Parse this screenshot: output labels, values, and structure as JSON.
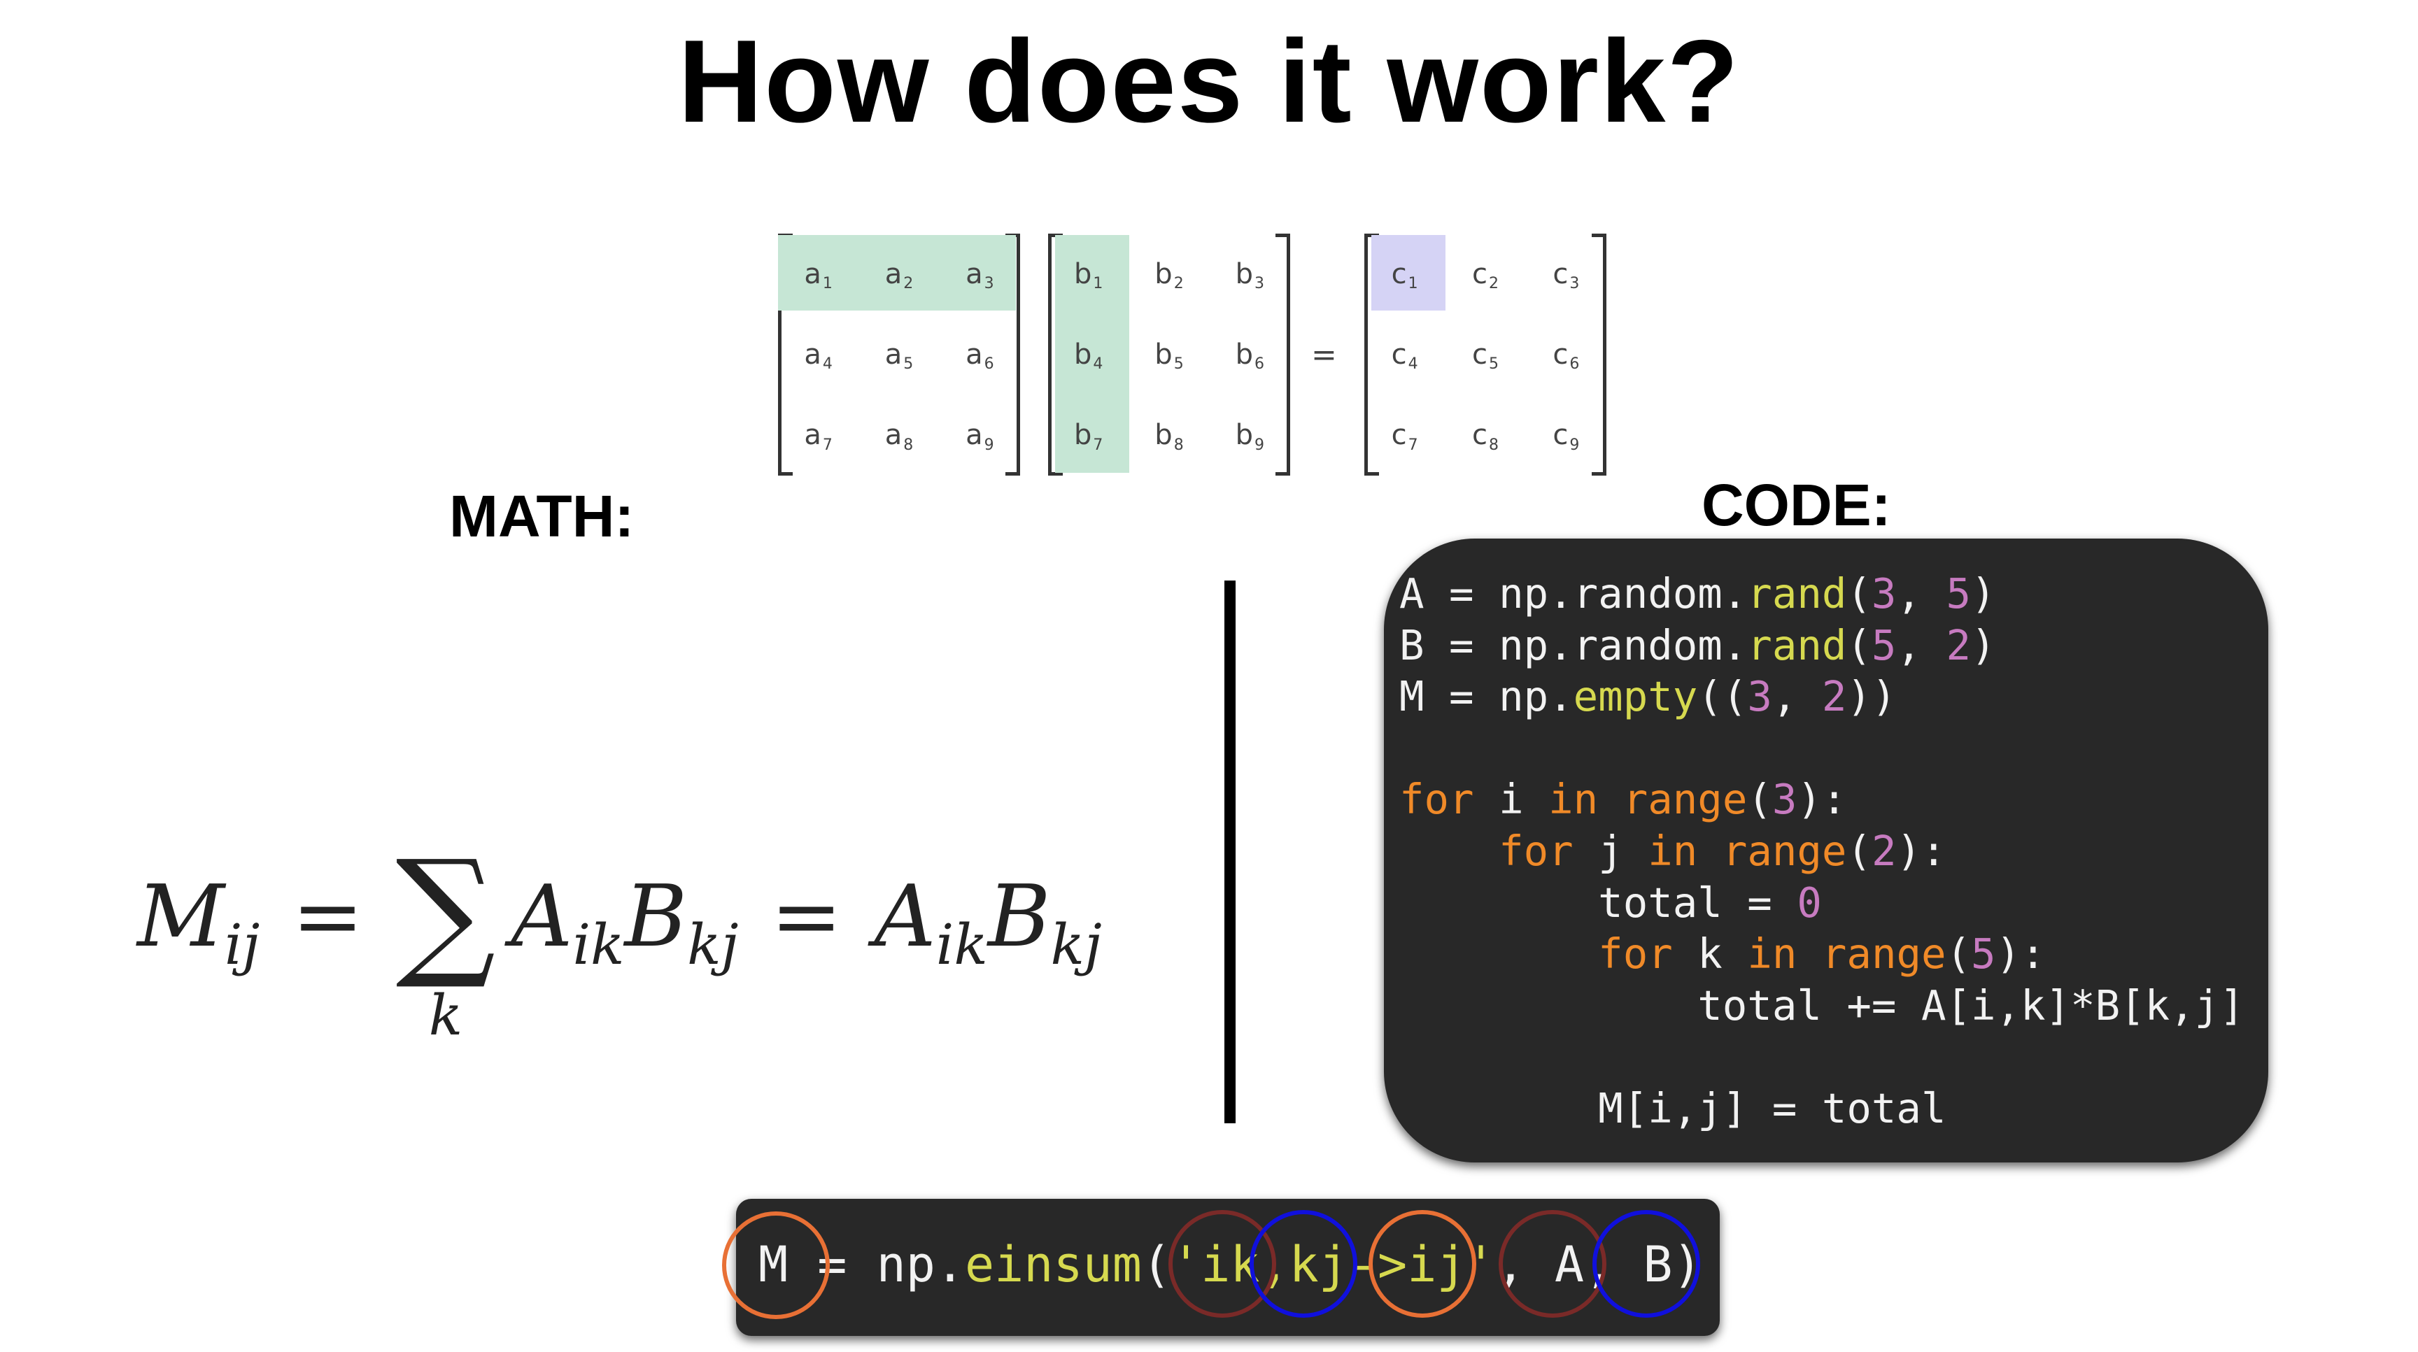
{
  "title": "How does it work?",
  "matrices": {
    "a": [
      "a",
      "a",
      "a",
      "a",
      "a",
      "a",
      "a",
      "a",
      "a"
    ],
    "b": [
      "b",
      "b",
      "b",
      "b",
      "b",
      "b",
      "b",
      "b",
      "b"
    ],
    "c": [
      "c",
      "c",
      "c",
      "c",
      "c",
      "c",
      "c",
      "c",
      "c"
    ],
    "subscripts": [
      "1",
      "2",
      "3",
      "4",
      "5",
      "6",
      "7",
      "8",
      "9"
    ],
    "equals": "="
  },
  "labels": {
    "math": "MATH:",
    "code": "CODE:"
  },
  "formula": {
    "M": "M",
    "M_sub": "ij",
    "eq1": "=",
    "sigma": "∑",
    "sum_index": "k",
    "A1": "A",
    "A1_sub": "ik",
    "B1": "B",
    "B1_sub": "kj",
    "eq2": "=",
    "A2": "A",
    "A2_sub": "ik",
    "B2": "B",
    "B2_sub": "kj"
  },
  "code_text": "A = np.random.rand(3, 5)\nB = np.random.rand(5, 2)\nM = np.empty((3, 2))\n\nfor i in range(3):\n    for j in range(2):\n        total = 0\n        for k in range(5):\n            total += A[i,k]*B[k,j]\n\n        M[i,j] = total",
  "einsum_text": "M = np.einsum('ik,kj->ij', A, B)",
  "colors": {
    "highlight_green": "#c6e6d5",
    "highlight_purple": "#d5d3f5",
    "code_bg": "#282828",
    "function": "#d6d94f",
    "number": "#c77bc0",
    "keyword": "#f08a28",
    "circle_orange": "#e87035",
    "circle_dark_red": "#7a2a28",
    "circle_blue": "#1010dd"
  }
}
